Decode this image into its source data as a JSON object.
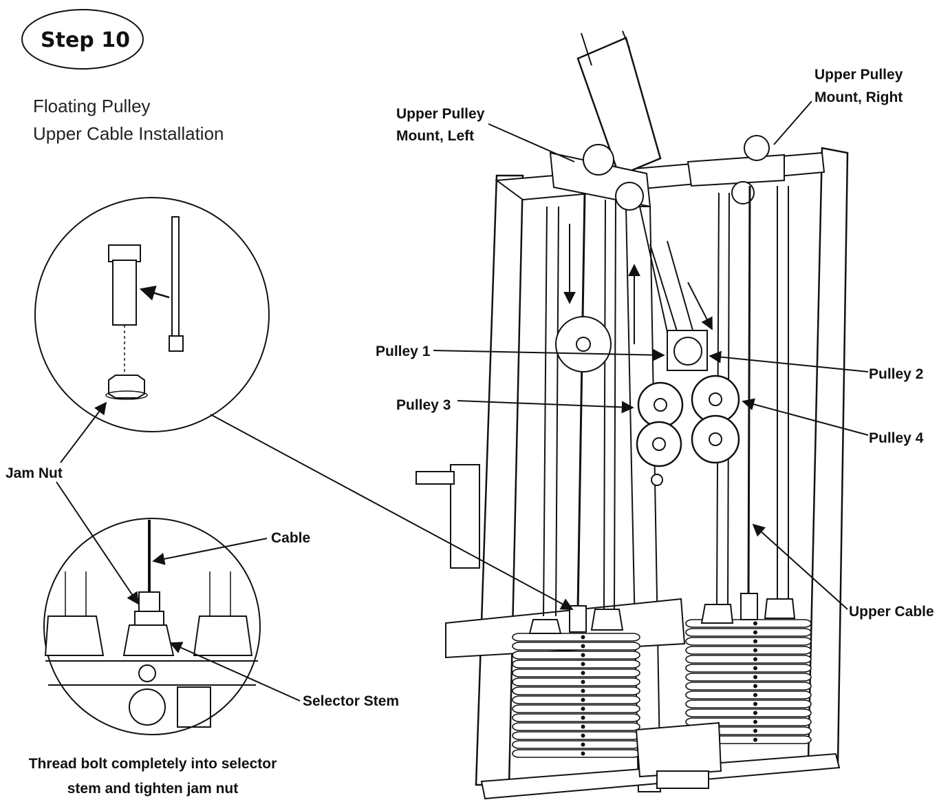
{
  "step_label": "Step 10",
  "title_lines": [
    "Floating Pulley",
    "Upper Cable Installation"
  ],
  "labels": {
    "upper_pulley_mount_left": [
      "Upper Pulley",
      "Mount, Left"
    ],
    "upper_pulley_mount_right": [
      "Upper Pulley",
      "Mount, Right"
    ],
    "pulley_1": "Pulley 1",
    "pulley_2": "Pulley 2",
    "pulley_3": "Pulley 3",
    "pulley_4": "Pulley 4",
    "upper_cable": "Upper Cable",
    "jam_nut": "Jam Nut",
    "cable": "Cable",
    "selector_stem": "Selector Stem"
  },
  "caption_lines": [
    "Thread bolt completely into selector",
    "stem and tighten jam nut"
  ],
  "weight_stacks": {
    "left_plates": 14,
    "right_plates": 14
  }
}
